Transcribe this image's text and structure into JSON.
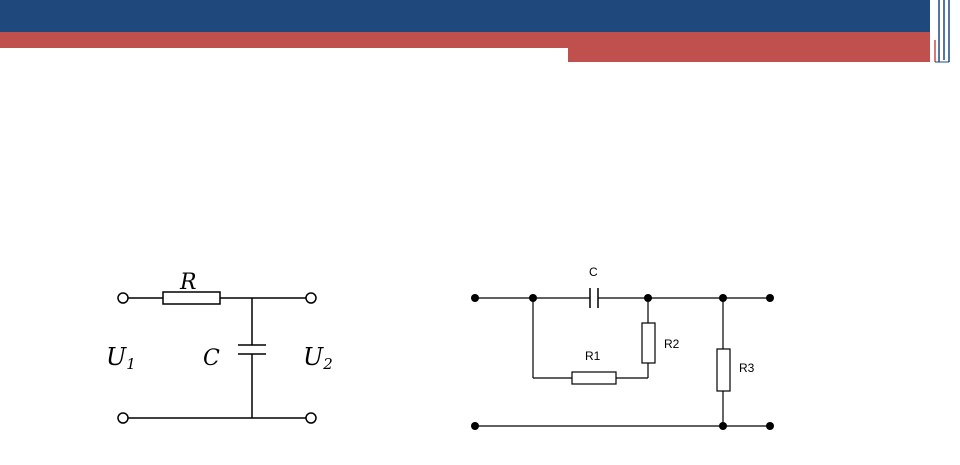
{
  "rc_filter": {
    "resistor_label": "R",
    "capacitor_label": "C",
    "input_label_letter": "U",
    "input_label_sub": "1",
    "output_label_letter": "U",
    "output_label_sub": "2"
  },
  "second_circuit": {
    "capacitor_label": "C",
    "r1_label": "R1",
    "r2_label": "R2",
    "r3_label": "R3"
  },
  "colors": {
    "header_blue": "#1f497d",
    "header_red": "#c0504d",
    "wire": "#000000"
  }
}
